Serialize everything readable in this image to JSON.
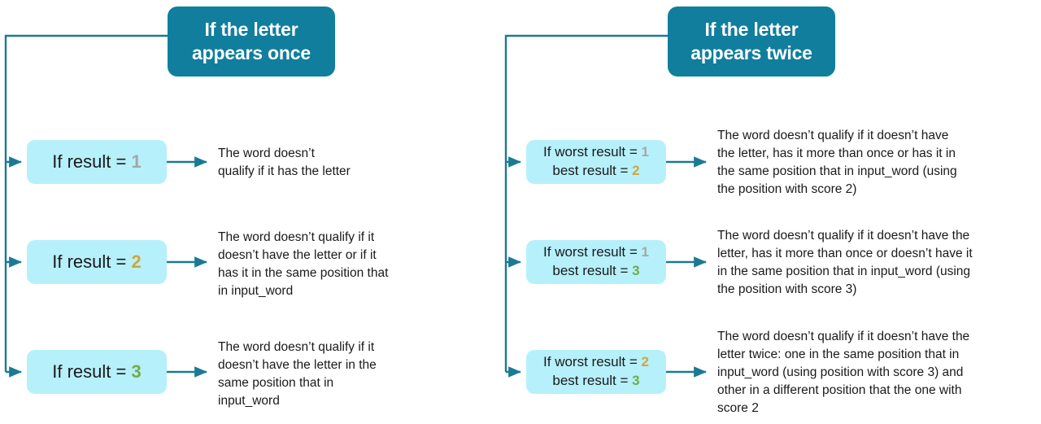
{
  "theme": {
    "header_fill": "#107E9C",
    "header_text": "#FFFFFF",
    "box_fill": "#B6F0FB",
    "connector": "#1B7A93",
    "body_text": "#1A1A1A",
    "score_1_color": "#A6A6A6",
    "score_2_color": "#D1A63A",
    "score_3_color": "#70AD47"
  },
  "branches": [
    {
      "id": "letter-appears-once",
      "header": "If the letter\nappears once",
      "nodes": [
        {
          "box_prefix": "If result = ",
          "box_value": "1",
          "value_class": "num-1",
          "description": "The word doesn’t\nqualify if it has the letter"
        },
        {
          "box_prefix": "If result = ",
          "box_value": "2",
          "value_class": "num-2",
          "description": "The word doesn’t qualify if it\ndoesn’t have the letter or if it\nhas it in the same position that\nin input_word"
        },
        {
          "box_prefix": "If result = ",
          "box_value": "3",
          "value_class": "num-3",
          "description": "The word doesn’t qualify if it\ndoesn’t have the letter in the\nsame position that in\ninput_word"
        }
      ]
    },
    {
      "id": "letter-appears-twice",
      "header": "If the letter\nappears twice",
      "nodes": [
        {
          "line1_prefix": "If worst result = ",
          "line1_value": "1",
          "line1_value_class": "num-1",
          "line2_prefix": "best result = ",
          "line2_value": "2",
          "line2_value_class": "num-2",
          "description": "The word doesn’t qualify if it doesn’t have\nthe letter, has it more than once or has it in\nthe same position that in input_word (using\nthe position with score 2)"
        },
        {
          "line1_prefix": "If worst result = ",
          "line1_value": "1",
          "line1_value_class": "num-1",
          "line2_prefix": "best result = ",
          "line2_value": "3",
          "line2_value_class": "num-3",
          "description": "The word doesn’t qualify if it doesn’t have the\nletter, has it more than once or doesn’t have it\nin the same position that in input_word (using\nthe position with score 3)"
        },
        {
          "line1_prefix": "If worst result = ",
          "line1_value": "2",
          "line1_value_class": "num-2",
          "line2_prefix": "best result = ",
          "line2_value": "3",
          "line2_value_class": "num-3",
          "description": "The word doesn’t qualify if it doesn’t have the\nletter twice: one in the same position that in\ninput_word (using position with score 3) and\nother in a different position that the one with\nscore 2"
        }
      ]
    }
  ]
}
